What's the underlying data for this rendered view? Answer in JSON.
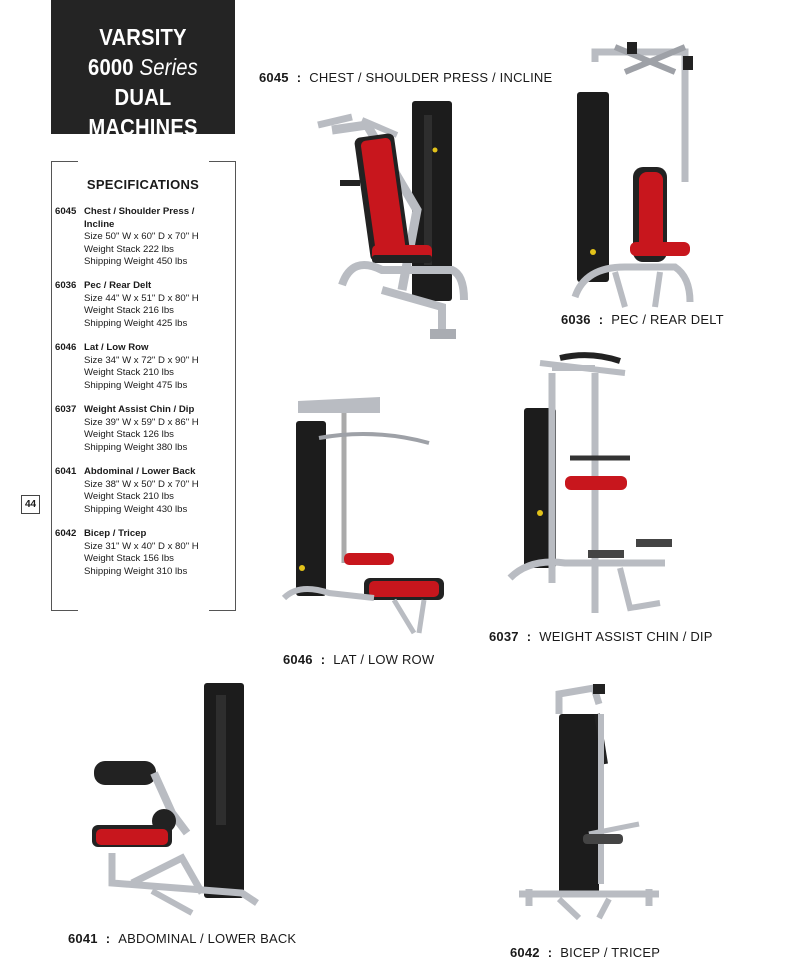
{
  "title": {
    "line1": "VARSITY",
    "line2_num": "6000",
    "line2_word": "Series",
    "line3": "DUAL MACHINES"
  },
  "page_number": "44",
  "specifications": {
    "heading": "SPECIFICATIONS",
    "items": [
      {
        "code": "6045",
        "name": "Chest / Shoulder Press /",
        "name2": "Incline",
        "size": "Size  50\" W x 60\" D x 70\" H",
        "stack": "Weight Stack  222 lbs",
        "ship": "Shipping Weight  450 lbs"
      },
      {
        "code": "6036",
        "name": "Pec / Rear Delt",
        "size": "Size  44\" W x 51\" D x 80\" H",
        "stack": "Weight Stack  216 lbs",
        "ship": "Shipping Weight  425 lbs"
      },
      {
        "code": "6046",
        "name": "Lat / Low Row",
        "size": "Size  34\" W x 72\" D x 90\" H",
        "stack": "Weight Stack  210 lbs",
        "ship": "Shipping Weight  475 lbs"
      },
      {
        "code": "6037",
        "name": "Weight Assist Chin / Dip",
        "size": "Size  39\" W x 59\" D x 86\" H",
        "stack": "Weight Stack  126 lbs",
        "ship": "Shipping Weight  380 lbs"
      },
      {
        "code": "6041",
        "name": "Abdominal / Lower Back",
        "size": "Size  38\" W x 50\" D x 70\" H",
        "stack": "Weight Stack  210 lbs",
        "ship": "Shipping Weight  430 lbs"
      },
      {
        "code": "6042",
        "name": "Bicep / Tricep",
        "size": "Size  31\" W x 40\" D x 80\" H",
        "stack": "Weight Stack  156 lbs",
        "ship": "Shipping Weight  310 lbs"
      }
    ]
  },
  "captions": {
    "c6045": {
      "num": "6045",
      "sep": ":",
      "label": "CHEST / SHOULDER PRESS / INCLINE"
    },
    "c6036": {
      "num": "6036",
      "sep": ":",
      "label": "PEC / REAR DELT"
    },
    "c6046": {
      "num": "6046",
      "sep": ":",
      "label": "LAT / LOW ROW"
    },
    "c6037": {
      "num": "6037",
      "sep": ":",
      "label": "WEIGHT ASSIST CHIN / DIP"
    },
    "c6041": {
      "num": "6041",
      "sep": ":",
      "label": "ABDOMINAL / LOWER BACK"
    },
    "c6042": {
      "num": "6042",
      "sep": ":",
      "label": "BICEP / TRICEP"
    }
  },
  "colors": {
    "frame": "#b9bcc2",
    "stack": "#1c1c1c",
    "pad_red": "#c8161d",
    "pad_black": "#222222",
    "accent_yellow": "#e2c21a"
  }
}
